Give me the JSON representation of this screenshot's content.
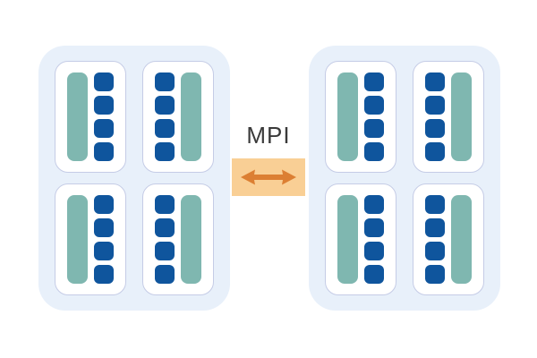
{
  "diagram": {
    "type": "hybrid-parallelism-nodes",
    "connector": {
      "label": "MPI",
      "icon": "double-arrow-icon"
    },
    "nodes": [
      {
        "name": "node-left",
        "sockets": [
          {
            "memory_side": "left",
            "cores": 4
          },
          {
            "memory_side": "right",
            "cores": 4
          },
          {
            "memory_side": "left",
            "cores": 4
          },
          {
            "memory_side": "right",
            "cores": 4
          }
        ]
      },
      {
        "name": "node-right",
        "sockets": [
          {
            "memory_side": "left",
            "cores": 4
          },
          {
            "memory_side": "right",
            "cores": 4
          },
          {
            "memory_side": "left",
            "cores": 4
          },
          {
            "memory_side": "right",
            "cores": 4
          }
        ]
      }
    ],
    "colors": {
      "node_fill": "#E8F0FA",
      "socket_border": "#C5CCE6",
      "memory_teal": "#7FB7B0",
      "core_blue": "#0F559D",
      "connector_fill": "#F9CF95",
      "arrow_orange": "#DC7F33",
      "label_text": "#3A3A3A"
    }
  }
}
